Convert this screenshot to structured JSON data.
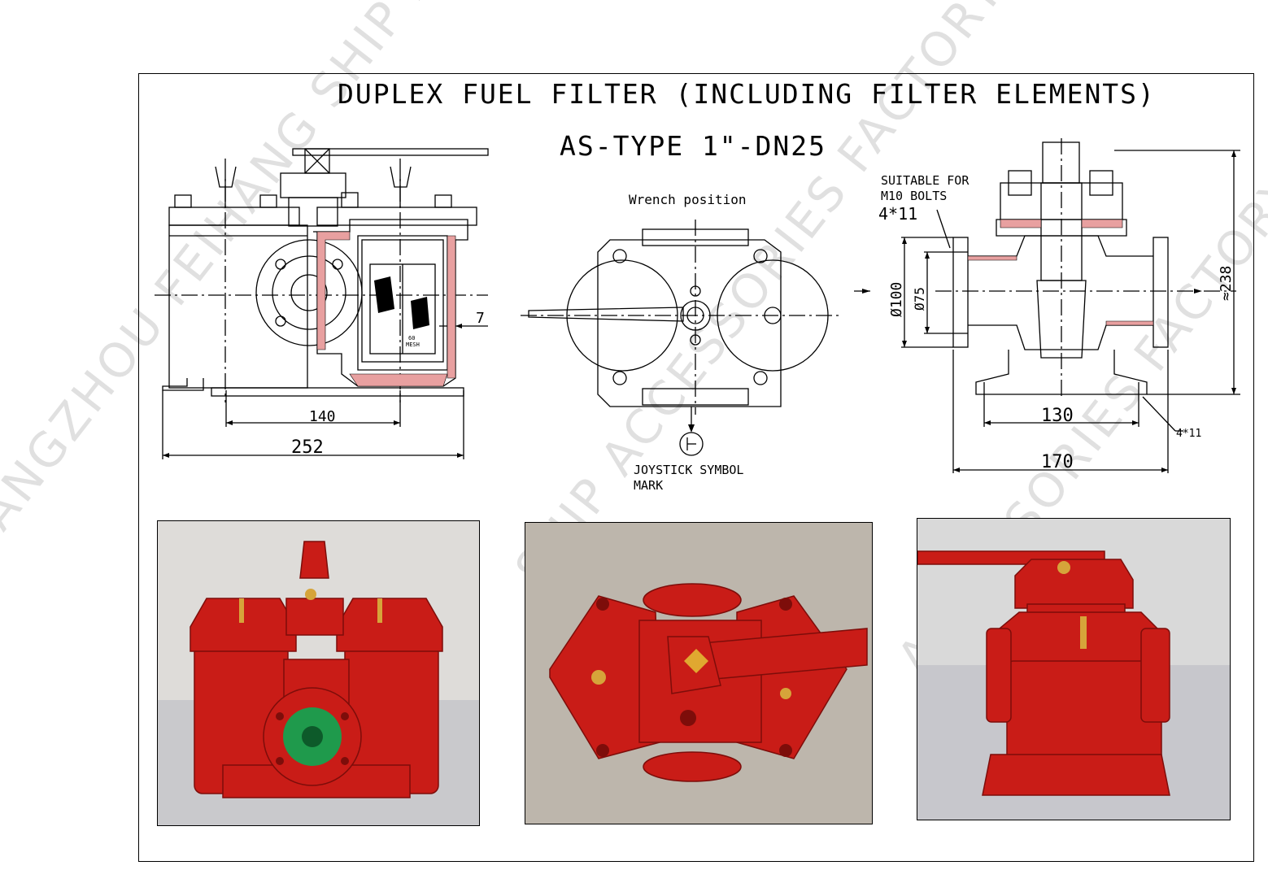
{
  "title": "DUPLEX FUEL FILTER (INCLUDING FILTER ELEMENTS)",
  "subtitle": "AS-TYPE 1\"-DN25",
  "left_view": {
    "dims": [
      "140",
      "252",
      "7"
    ],
    "mesh_label": [
      "60",
      "MESH"
    ]
  },
  "center_view": {
    "wrench_label": "Wrench position",
    "joystick_label": [
      "JOYSTICK SYMBOL",
      "MARK"
    ]
  },
  "right_view": {
    "bolt_note": [
      "SUITABLE FOR",
      "M10 BOLTS"
    ],
    "bolt_hole": "4*11",
    "dims": [
      "Ø100",
      "Ø75",
      "≈238",
      "130",
      "170",
      "4*11"
    ]
  },
  "watermark": [
    "YANGZHOU FEIHANG SHIP ACCESSORIES FACTORY",
    "SHIP ACCESSORIES FACTORY",
    "YANGZHOU FEIHANG",
    "ACCESSORIES FACTORY",
    "FEIHANG SHIP"
  ],
  "colors": {
    "paint": "#c91c17",
    "paint_dark": "#7d0d0a",
    "flange_cap": "#1f9a4c",
    "background_photo": "#d9d9d9"
  }
}
